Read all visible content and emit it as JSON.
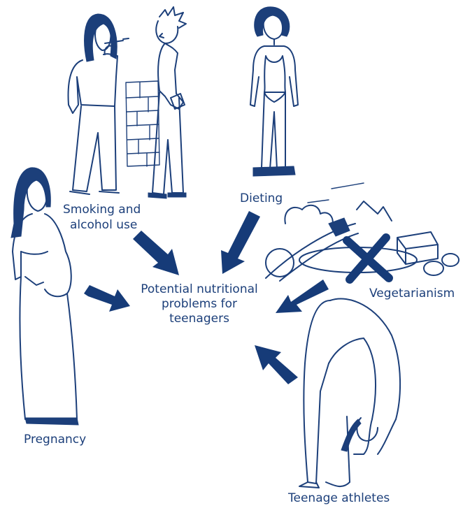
{
  "center_text": {
    "line1": "Potential nutritional",
    "line2": "problems for",
    "line3": "teenagers"
  },
  "factors": {
    "smoking_line1": "Smoking and",
    "smoking_line2": "alcohol use",
    "dieting": "Dieting",
    "vegetarianism": "Vegetarianism",
    "pregnancy": "Pregnancy",
    "athletes": "Teenage athletes"
  },
  "colors": {
    "ink": "#1c3f7a",
    "arrow": "#163b78",
    "background": "#ffffff"
  }
}
